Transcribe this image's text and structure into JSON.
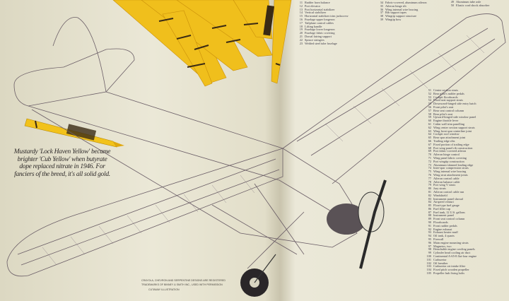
{
  "caption": "Mustardy 'Lock Haven Yellow' became brighter 'Cub Yellow' when butyrate dope replaced nitrate in 1946. For fanciers of the breed, it's all solid gold.",
  "crayon_brand": "Crayola",
  "credits": [
    "CRAYOLA, CHEVRON AND SERPENTINE DESIGNS ARE REGISTERED",
    "TRADEMARKS OF BINNEY & SMITH INC., USED WITH PERMISSION",
    "CUTAWAY ILLUSTRATION"
  ],
  "legend_a": [
    [
      "11",
      "Rudder horn balance"
    ],
    [
      "12",
      "Port elevator"
    ],
    [
      "13",
      "Port horizontal stabilizer"
    ],
    [
      "14",
      "Vertical stabilizer"
    ],
    [
      "15",
      "Horizontal stabilizer trim jackscrew"
    ],
    [
      "16",
      "Fuselage upper longeron"
    ],
    [
      "17",
      "Tailplane control cables"
    ],
    [
      "18",
      "Lifting handle"
    ],
    [
      "19",
      "Fuselage lower longeron"
    ],
    [
      "20",
      "Fuselage fabric covering"
    ],
    [
      "21",
      "Dorsal fairing support"
    ],
    [
      "22",
      "Spruce stringers"
    ],
    [
      "23",
      "Welded steel tube fuselage"
    ]
  ],
  "legend_b": [
    [
      "34",
      "Fabric-covered, aluminum aileron"
    ],
    [
      "35",
      "Aileron hinge rib"
    ],
    [
      "36",
      "Wing internal wire bracing"
    ],
    [
      "37",
      "Rib support tapes"
    ],
    [
      "38",
      "Wingtip support structure"
    ],
    [
      "39",
      "Wingtip bow"
    ]
  ],
  "legend_c": [
    [
      "49",
      "Aluminum tube axle"
    ],
    [
      "50",
      "Elastic cord shock absorber"
    ]
  ],
  "legend_d": [
    [
      "51",
      "Center section struts"
    ],
    [
      "52",
      "Rear pilot's rudder pedals"
    ],
    [
      "53",
      "Cockpit floorboards"
    ],
    [
      "54",
      "Fixed seat support struts"
    ],
    [
      "55",
      "Downward-hinged side entry hatch"
    ],
    [
      "56",
      "Front pilot's seat"
    ],
    [
      "57",
      "Rear seat control column"
    ],
    [
      "58",
      "Rear pilot's seat"
    ],
    [
      "59",
      "Upward-hinged side window panel"
    ],
    [
      "60",
      "Engine throttle lever"
    ],
    [
      "61",
      "Cabin wall trim panelling"
    ],
    [
      "62",
      "Wing center section support struts"
    ],
    [
      "63",
      "Wing front spar centerline joint"
    ],
    [
      "64",
      "Cockpit roof window"
    ],
    [
      "65",
      "Rear spar attachment joint"
    ],
    [
      "66",
      "Trailing edge ribs"
    ],
    [
      "67",
      "Fixed portion of trailing edge"
    ],
    [
      "68",
      "Port wing panel rib construction"
    ],
    [
      "69",
      "Port fabric-covered aileron"
    ],
    [
      "70",
      "Aileron hinge control"
    ],
    [
      "71",
      "Wing panel fabric covering"
    ],
    [
      "72",
      "Port wingtip construction"
    ],
    [
      "73",
      "Aluminum-skinned leading edge"
    ],
    [
      "74",
      "Inter-spar compression struts"
    ],
    [
      "75",
      "Wing internal wire bracing"
    ],
    [
      "76",
      "Wing strut attachment joints"
    ],
    [
      "77",
      "Aileron control cable"
    ],
    [
      "78",
      "Aileron balance cable"
    ],
    [
      "79",
      "Port wing V struts"
    ],
    [
      "80",
      "Jury struts"
    ],
    [
      "81",
      "Aileron control cable run"
    ],
    [
      "82",
      "Windshield"
    ],
    [
      "83",
      "Instrument panel shroud"
    ],
    [
      "84",
      "Airspeed venturi"
    ],
    [
      "85",
      "Float-type fuel gauge"
    ],
    [
      "86",
      "Fuel filler cap"
    ],
    [
      "87",
      "Fuel tank, 12 U.S. gallons"
    ],
    [
      "88",
      "Instrument panel"
    ],
    [
      "89",
      "Front seat control column"
    ],
    [
      "90",
      "Floorboards"
    ],
    [
      "91",
      "Front rudder pedals"
    ],
    [
      "92",
      "Engine exhaust"
    ],
    [
      "93",
      "Exhaust heater muff"
    ],
    [
      "94",
      "Oil tank, 4 quarts"
    ],
    [
      "95",
      "Firewall"
    ],
    [
      "96",
      "Main engine mounting struts"
    ],
    [
      "97",
      "Magnetos, two"
    ],
    [
      "98",
      "Detachable engine cowling panels"
    ],
    [
      "99",
      "Cylinder head cooling air duct"
    ],
    [
      "100",
      "Continental A-65-8 flat-four engine"
    ],
    [
      "101",
      "Carburetor"
    ],
    [
      "102",
      "Oil breather"
    ],
    [
      "103",
      "Carburetor air intake filter"
    ],
    [
      "104",
      "Fixed pitch wooden propeller"
    ],
    [
      "105",
      "Propeller hub fixing bolts"
    ]
  ],
  "colors": {
    "paper": "#e6e2cf",
    "crayon": "#f2c21a",
    "ink": "#3c3a48"
  }
}
